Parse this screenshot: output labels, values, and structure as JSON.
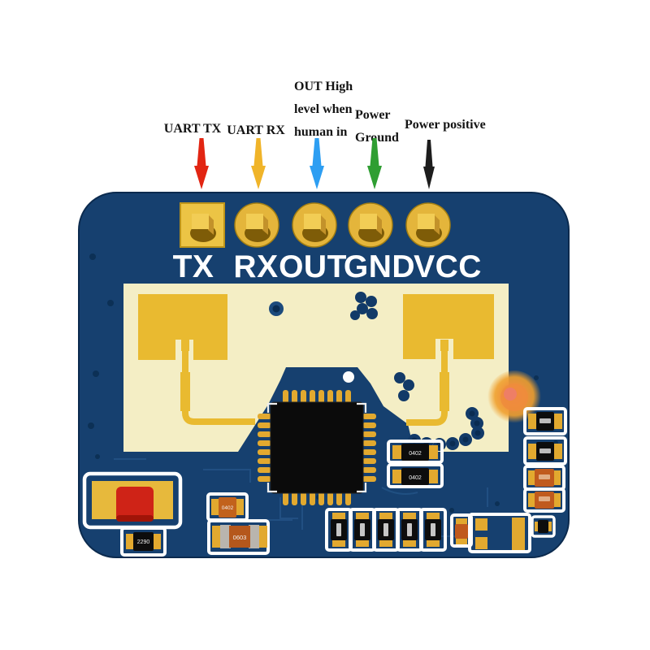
{
  "annotations": [
    {
      "arrow_color": "#e22512",
      "lines": [
        "UART TX"
      ]
    },
    {
      "arrow_color": "#f0b429",
      "lines": [
        "UART RX"
      ]
    },
    {
      "arrow_color": "#2d9ef2",
      "lines": [
        "OUT High",
        "level when",
        "human in"
      ]
    },
    {
      "arrow_color": "#2f9e32",
      "lines": [
        "Power",
        "Ground"
      ]
    },
    {
      "arrow_color": "#1d1d1d",
      "lines": [
        "Power positive"
      ]
    }
  ],
  "pin_labels": [
    "TX",
    "RX",
    "OUT",
    "GND",
    "VCC"
  ],
  "smd_markings": {
    "res_chip_a": "0402",
    "res_chip_b": "0402",
    "cap_small": "0402",
    "cap_large": "0603",
    "res_bottom_left": "2290"
  },
  "colors": {
    "pcb": "#16406f",
    "pcb_edge": "#0b2a4e",
    "antenna_bg": "#f4eec5",
    "copper": "#e9ba30",
    "pad_gold": "#e4b53b",
    "silkscreen": "#ffffff",
    "chip": "#0b0b0b",
    "led": "#f08a3c",
    "red_component": "#cf2317",
    "orange_component": "#c05a1d",
    "via": "#0c3055"
  }
}
